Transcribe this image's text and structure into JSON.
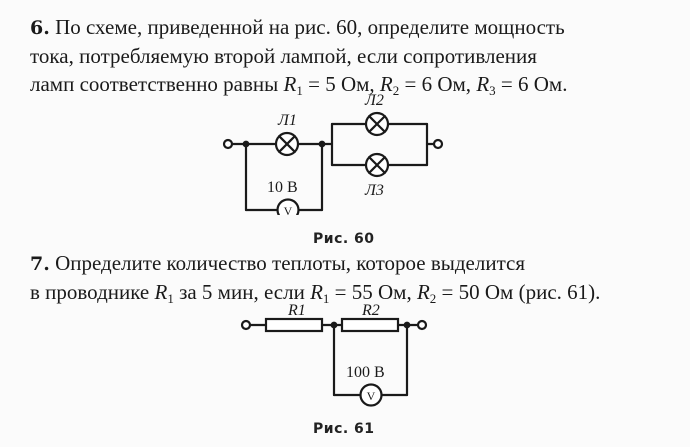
{
  "task6": {
    "number": "6.",
    "line1": "По схеме, приведенной на рис. 60, определите мощность",
    "line2": "тока, потребляемую второй лампой, если сопротивления",
    "line3_prefix": "ламп соответственно равны ",
    "r1_symbol": "R",
    "r1_sub": "1",
    "r1_value": " = 5 Ом, ",
    "r2_symbol": "R",
    "r2_sub": "2",
    "r2_value": " = 6 Ом, ",
    "r3_symbol": "R",
    "r3_sub": "3",
    "r3_value": " = 6 Ом."
  },
  "figure60": {
    "lamp1_label": "Л1",
    "lamp2_label": "Л2",
    "lamp3_label": "Л3",
    "voltage_label": "10 В",
    "voltmeter_symbol": "V",
    "caption": "Рис. 60"
  },
  "task7": {
    "number": "7.",
    "line1": "Определите количество теплоты, которое выделится",
    "line2_prefix": "в проводнике ",
    "r1_symbol": "R",
    "r1_sub": "1",
    "line2_mid": " за 5 мин, если ",
    "r1b_symbol": "R",
    "r1b_sub": "1",
    "r1b_value": " = 55 Ом, ",
    "r2_symbol": "R",
    "r2_sub": "2",
    "r2_value": " = 50 Ом (рис. 61)."
  },
  "figure61": {
    "resistor1_label": "R1",
    "resistor2_label": "R2",
    "voltage_label": "100 В",
    "voltmeter_symbol": "V",
    "caption": "Рис. 61"
  }
}
